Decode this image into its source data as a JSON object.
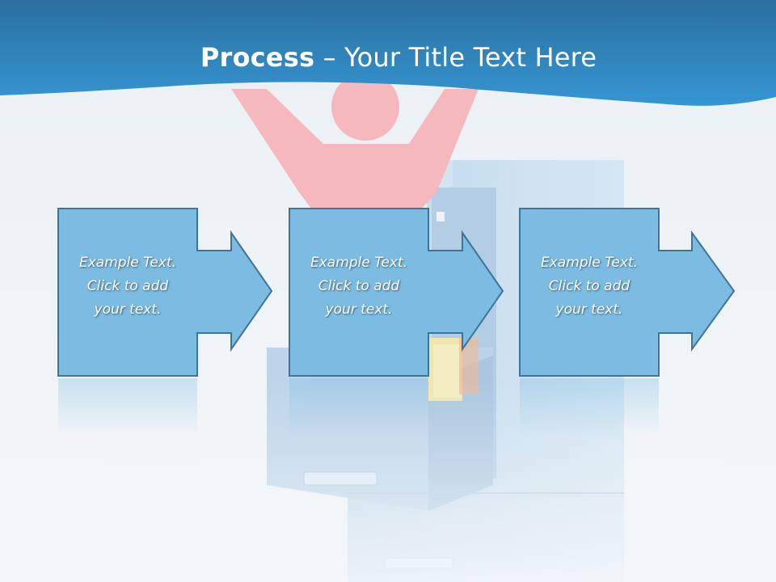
{
  "header": {
    "title_bold": "Process",
    "title_rest": " – Your Title Text Here"
  },
  "steps": [
    {
      "line1": "Example Text.",
      "line2": "Click  to add",
      "line3": "your text."
    },
    {
      "line1": "Example Text.",
      "line2": "Click  to add",
      "line3": "your text."
    },
    {
      "line1": "Example Text.",
      "line2": "Click  to add",
      "line3": "your text."
    }
  ],
  "colors": {
    "header_blue": "#2e8ac8",
    "step_fill": "#7dbce2",
    "step_border": "#3f7496",
    "figure_pink": "#f4b8bd",
    "cabinet_blue": "#c3dcef"
  }
}
